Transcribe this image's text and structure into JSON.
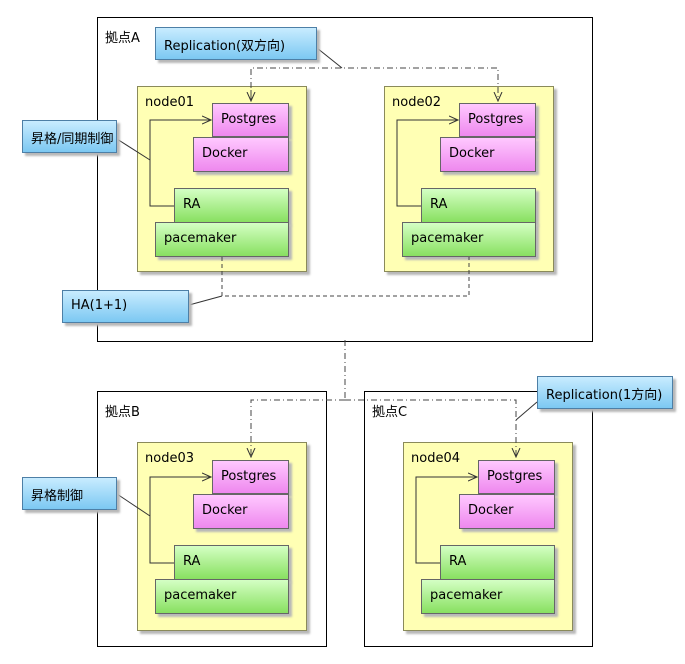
{
  "sites": [
    {
      "id": "a",
      "label": "拠点A"
    },
    {
      "id": "b",
      "label": "拠点B"
    },
    {
      "id": "c",
      "label": "拠点C"
    }
  ],
  "nodes": [
    {
      "label": "node01",
      "postgres": "Postgres",
      "docker": "Docker",
      "ra": "RA",
      "pacemaker": "pacemaker"
    },
    {
      "label": "node02",
      "postgres": "Postgres",
      "docker": "Docker",
      "ra": "RA",
      "pacemaker": "pacemaker"
    },
    {
      "label": "node03",
      "postgres": "Postgres",
      "docker": "Docker",
      "ra": "RA",
      "pacemaker": "pacemaker"
    },
    {
      "label": "node04",
      "postgres": "Postgres",
      "docker": "Docker",
      "ra": "RA",
      "pacemaker": "pacemaker"
    }
  ],
  "notes": {
    "replication_bidirectional": "Replication(双方向)",
    "promotion_sync": "昇格/同期制御",
    "ha": "HA(1+1)",
    "promotion": "昇格制御",
    "replication_one_way": "Replication(1方向)"
  },
  "colors": {
    "node_fill": "#ffffb4",
    "postgres_fill": "#ee88ee",
    "ra_fill": "#88e060",
    "note_fill": "#7cc8f2"
  }
}
